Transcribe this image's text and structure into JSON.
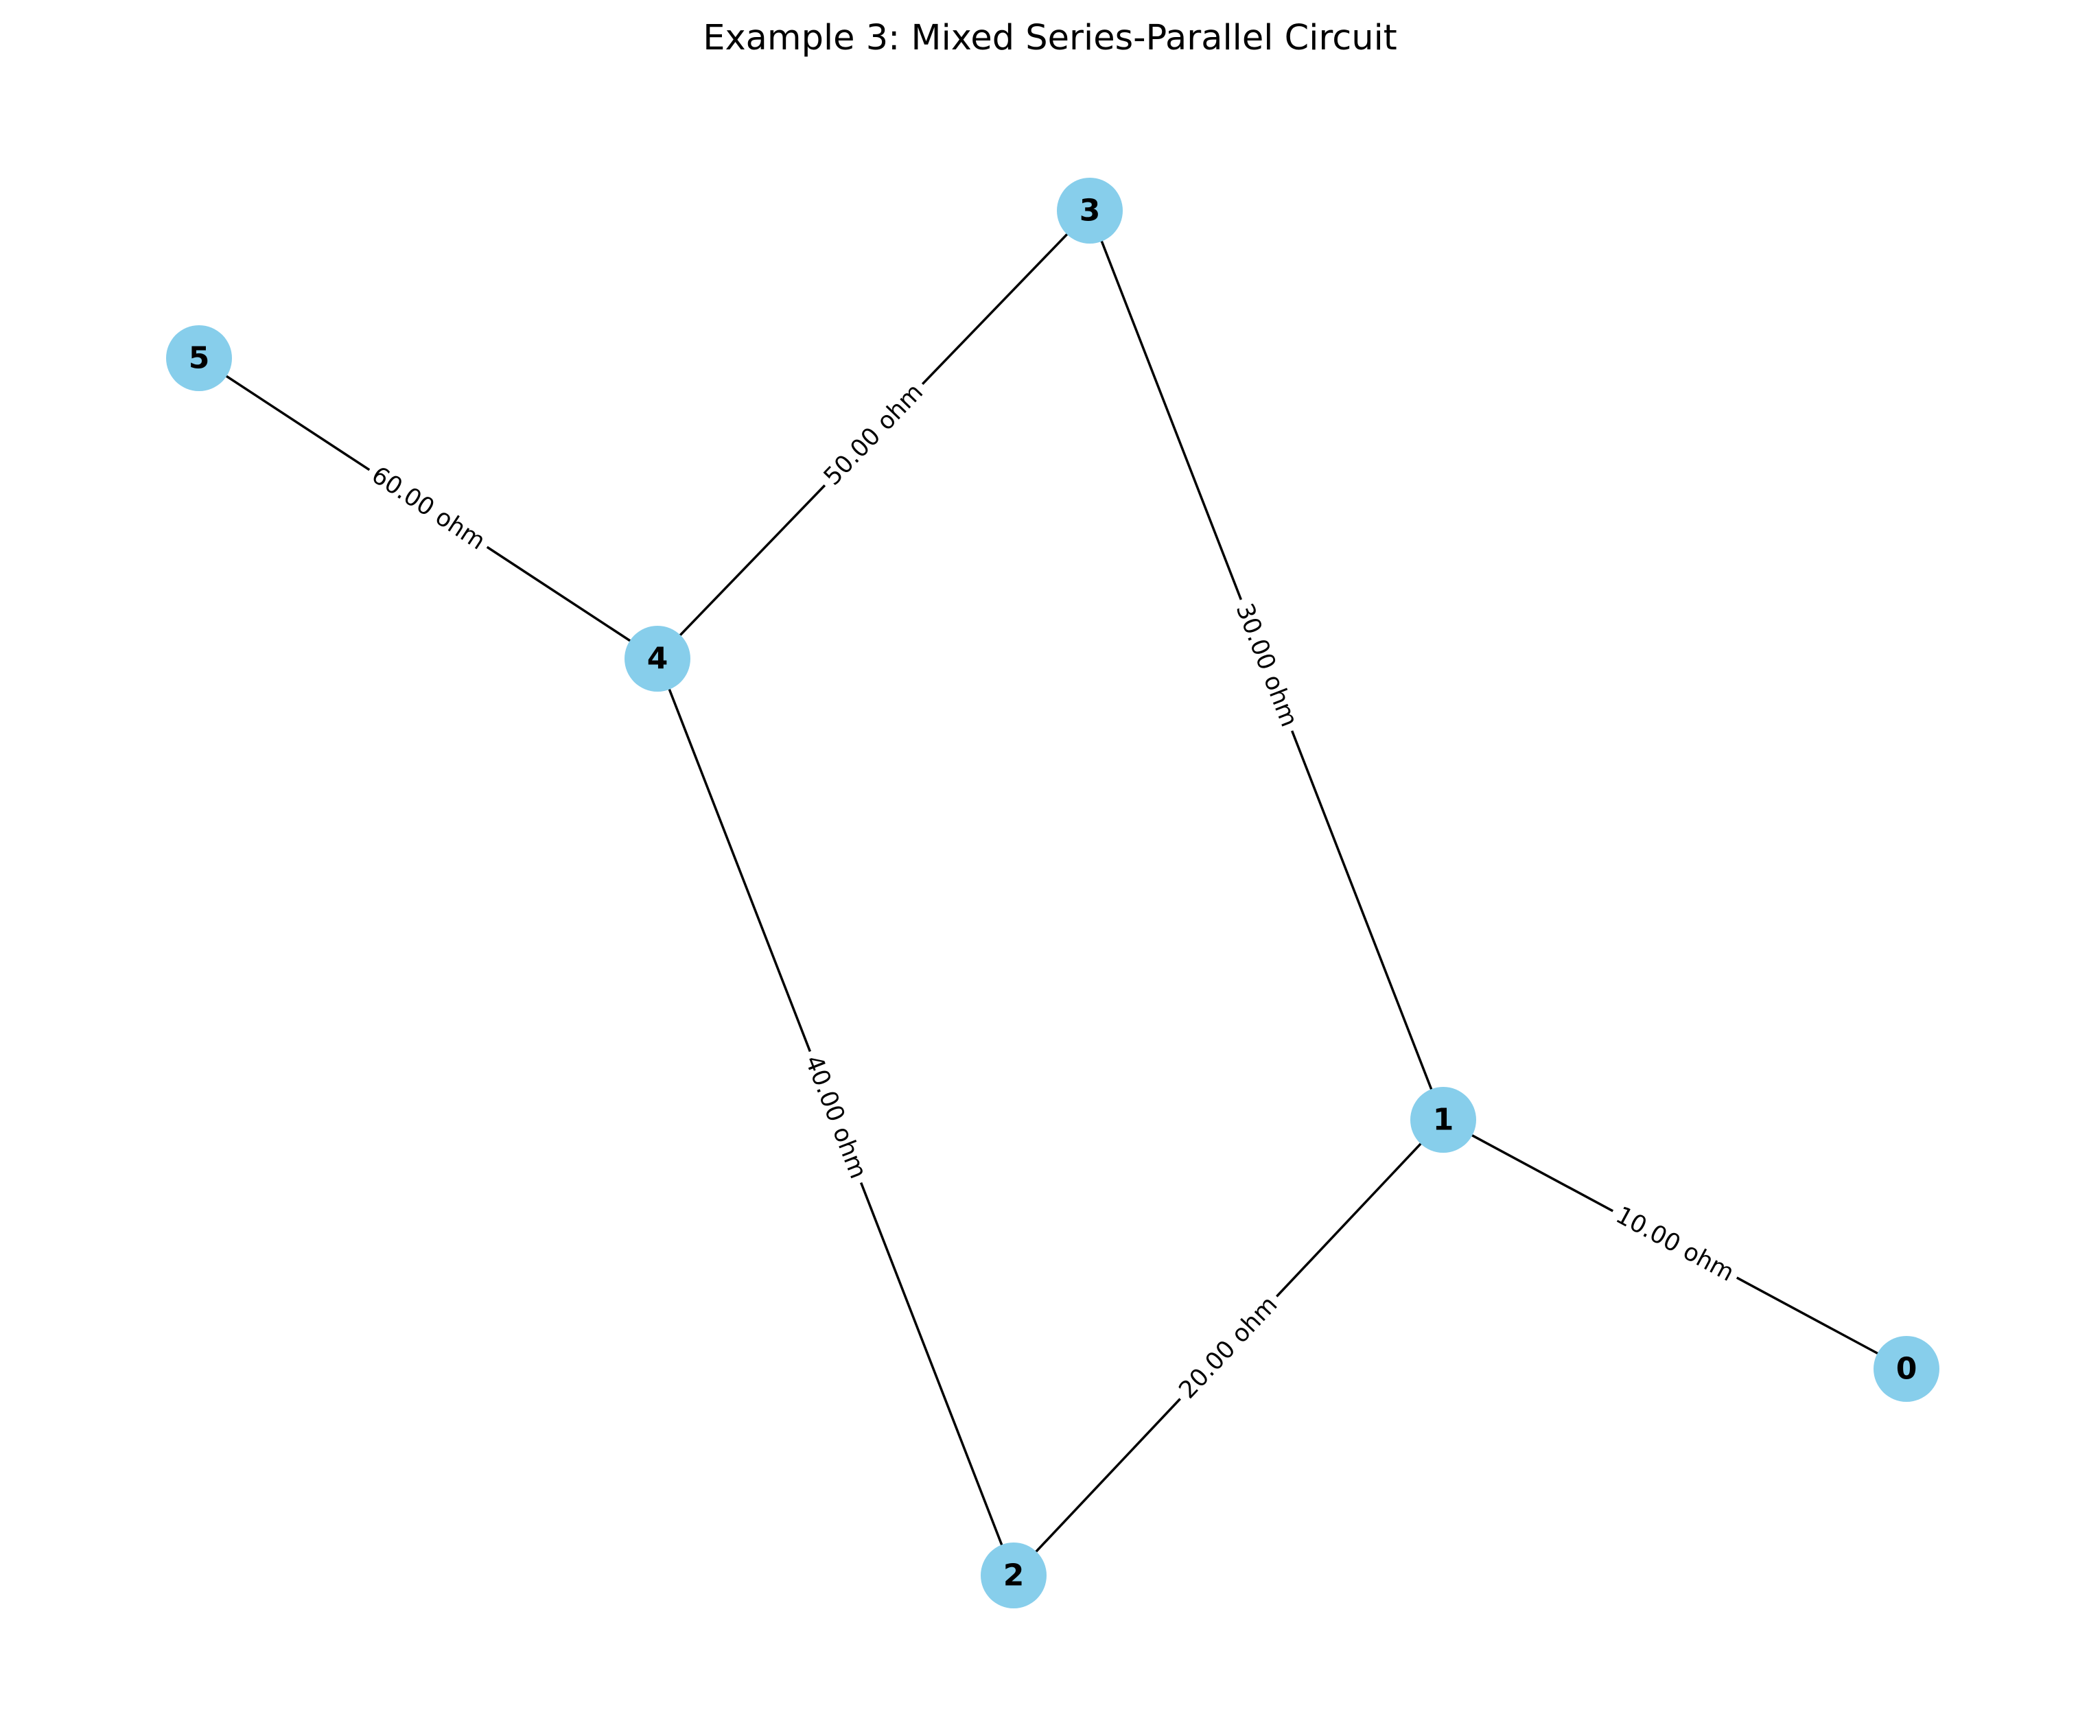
{
  "title": "Example 3: Mixed Series-Parallel Circuit",
  "colors": {
    "node_fill": "#87CEEB",
    "edge": "#000000",
    "text": "#000000"
  },
  "nodes": [
    "0",
    "1",
    "2",
    "3",
    "4",
    "5"
  ],
  "edges": [
    {
      "from": "0",
      "to": "1",
      "label": "10.00 ohm"
    },
    {
      "from": "1",
      "to": "2",
      "label": "20.00 ohm"
    },
    {
      "from": "1",
      "to": "3",
      "label": "30.00 ohm"
    },
    {
      "from": "2",
      "to": "4",
      "label": "40.00 ohm"
    },
    {
      "from": "3",
      "to": "4",
      "label": "50.00 ohm"
    },
    {
      "from": "4",
      "to": "5",
      "label": "60.00 ohm"
    }
  ]
}
